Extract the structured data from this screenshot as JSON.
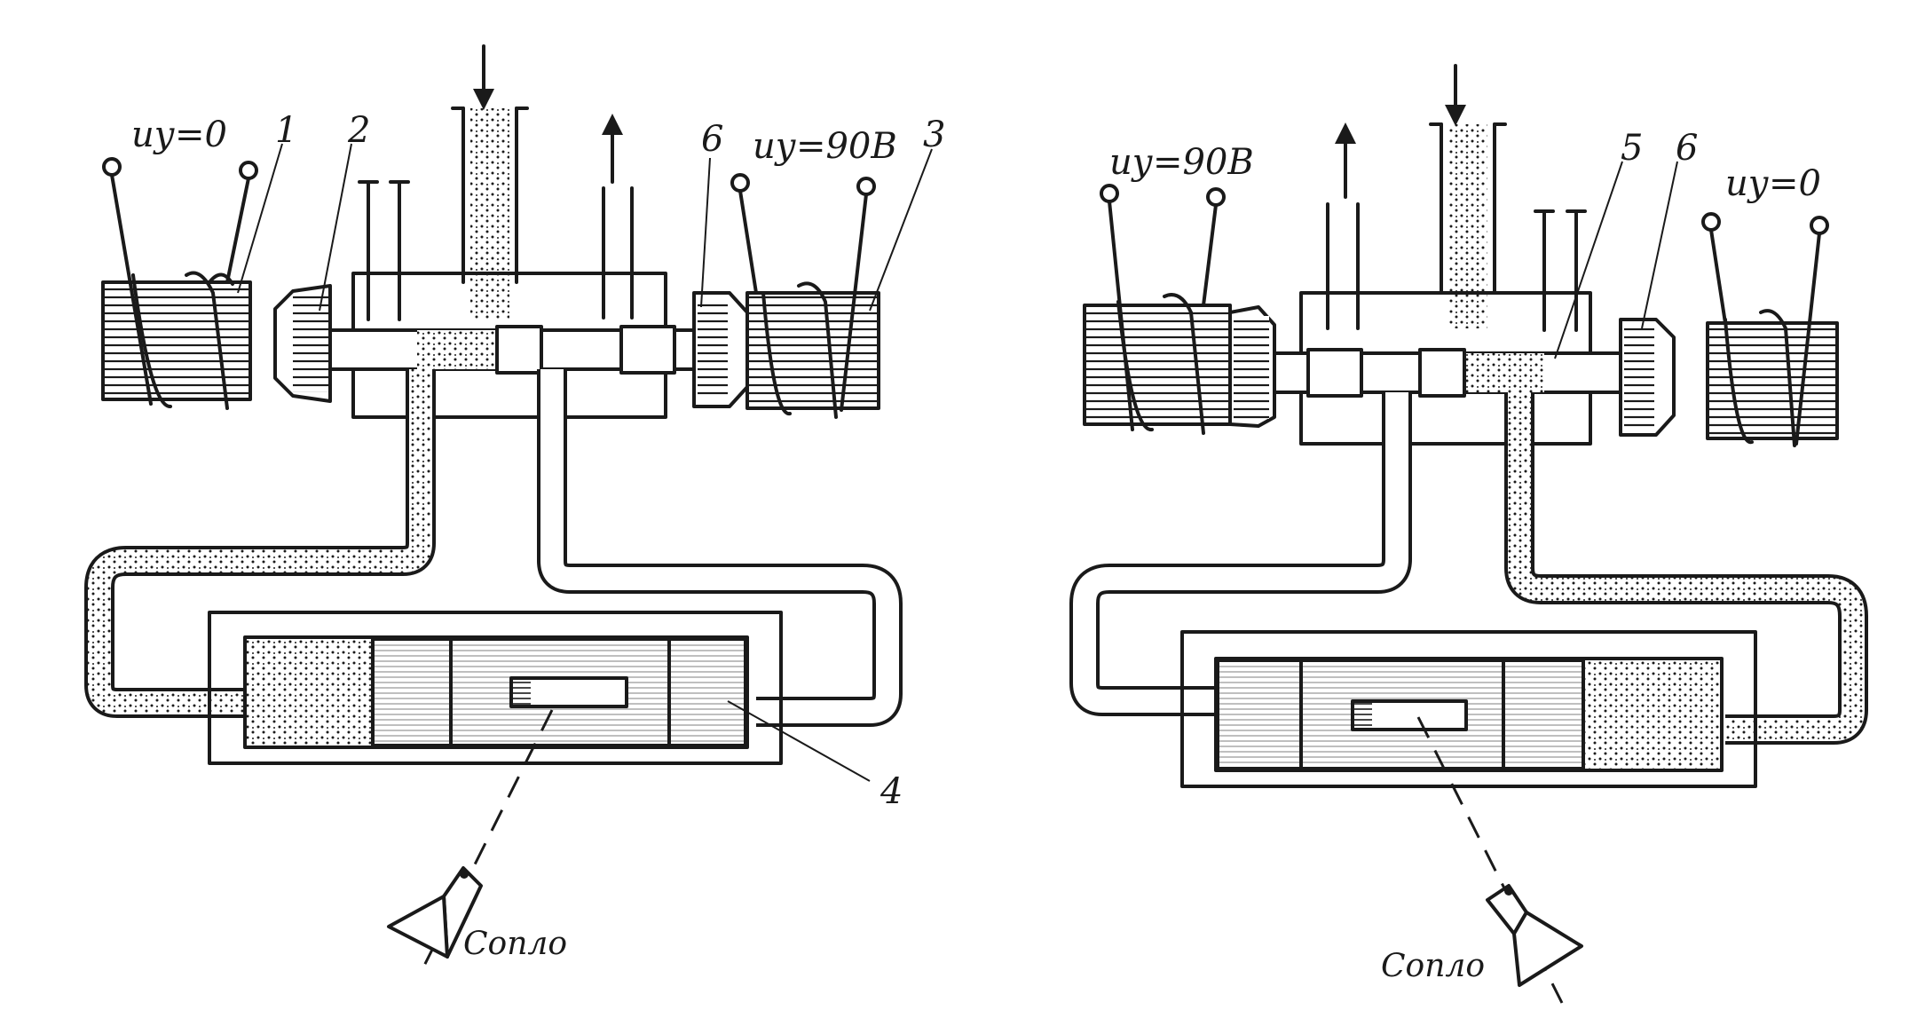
{
  "left_panel": {
    "label_1": "1",
    "label_2": "2",
    "label_3": "3",
    "label_4": "4",
    "label_6": "6",
    "voltage_left": "uу=0",
    "voltage_right": "uу=90В",
    "nozzle": "Сопло"
  },
  "right_panel": {
    "label_5": "5",
    "label_6": "6",
    "voltage_left": "uу=90В",
    "voltage_right": "uу=0",
    "nozzle": "Сопло"
  },
  "colors": {
    "ink": "#1a1a1a",
    "paper": "#ffffff"
  }
}
